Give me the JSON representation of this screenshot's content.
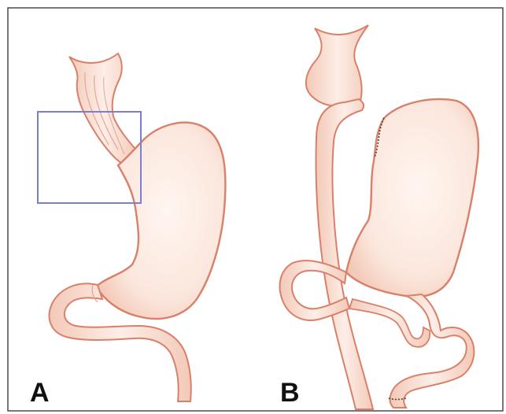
{
  "figure": {
    "panels": [
      {
        "label": "A"
      },
      {
        "label": "B"
      }
    ]
  },
  "colors": {
    "background": "#ffffff",
    "frame": "#4a4a4a",
    "organ_fill": "#fbe6dc",
    "organ_outline": "#d9806a",
    "organ_shade": "#f3c9b8",
    "highlight_box": "#7b7fd0",
    "staple_line": "#5a3a32",
    "label_text": "#111111"
  },
  "icons": {
    "highlight": "highlight-box"
  }
}
